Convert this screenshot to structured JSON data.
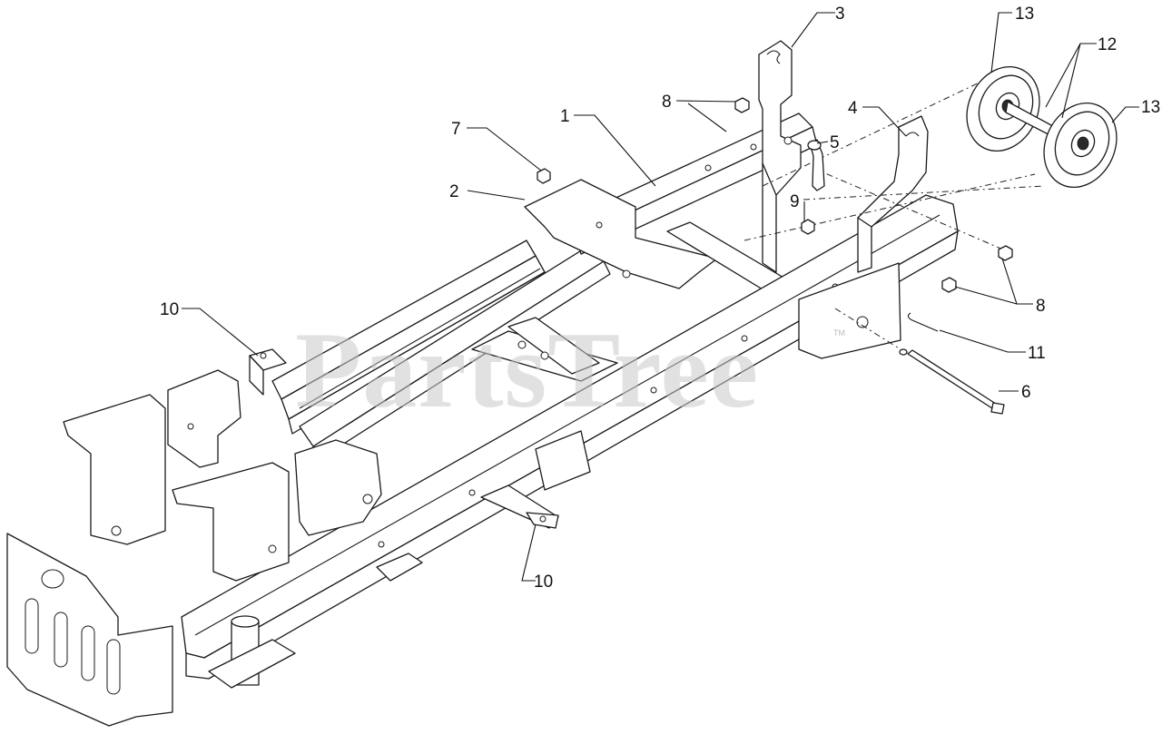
{
  "diagram": {
    "watermark": "PartsTree",
    "watermark_mark": "TM",
    "callouts": [
      {
        "id": "c1",
        "label": "1",
        "part": "main frame"
      },
      {
        "id": "c2",
        "label": "2",
        "part": "frame plate"
      },
      {
        "id": "c3",
        "label": "3",
        "part": "idler bracket"
      },
      {
        "id": "c4",
        "label": "4",
        "part": "idler bracket"
      },
      {
        "id": "c5",
        "label": "5",
        "part": "bolt"
      },
      {
        "id": "c6",
        "label": "6",
        "part": "long bolt"
      },
      {
        "id": "c7",
        "label": "7",
        "part": "nut"
      },
      {
        "id": "c8a",
        "label": "8",
        "part": "flange nut"
      },
      {
        "id": "c8b",
        "label": "8",
        "part": "flange nut"
      },
      {
        "id": "c9",
        "label": "9",
        "part": "nut"
      },
      {
        "id": "c10a",
        "label": "10",
        "part": "support bracket"
      },
      {
        "id": "c10b",
        "label": "10",
        "part": "support bracket"
      },
      {
        "id": "c11",
        "label": "11",
        "part": "pin"
      },
      {
        "id": "c12",
        "label": "12",
        "part": "idler pulley shaft"
      },
      {
        "id": "c13a",
        "label": "13",
        "part": "idler pulley"
      },
      {
        "id": "c13b",
        "label": "13",
        "part": "idler pulley"
      }
    ]
  }
}
